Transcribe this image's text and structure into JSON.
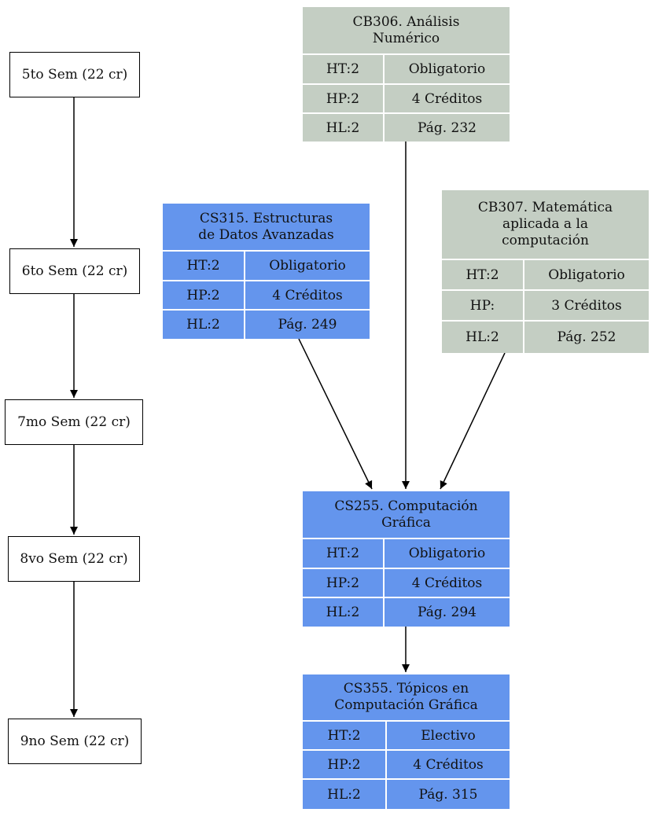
{
  "semesters": [
    {
      "label": "5to Sem (22 cr)"
    },
    {
      "label": "6to Sem (22 cr)"
    },
    {
      "label": "7mo Sem (22 cr)"
    },
    {
      "label": "8vo Sem (22 cr)"
    },
    {
      "label": "9no Sem (22 cr)"
    }
  ],
  "courses": {
    "cb306": {
      "title_line1": "CB306. Análisis",
      "title_line2": "Numérico",
      "ht": "HT:2",
      "type": "Obligatorio",
      "hp": "HP:2",
      "credits": "4 Créditos",
      "hl": "HL:2",
      "page": "Pág. 232",
      "color": "#c4cec3"
    },
    "cs315": {
      "title_line1": "CS315. Estructuras",
      "title_line2": "de Datos Avanzadas",
      "ht": "HT:2",
      "type": "Obligatorio",
      "hp": "HP:2",
      "credits": "4 Créditos",
      "hl": "HL:2",
      "page": "Pág. 249",
      "color": "#6495ed"
    },
    "cb307": {
      "title_line1": "CB307. Matemática",
      "title_line2": "aplicada a la",
      "title_line3": "computación",
      "ht": "HT:2",
      "type": "Obligatorio",
      "hp": "HP:",
      "credits": "3 Créditos",
      "hl": "HL:2",
      "page": "Pág. 252",
      "color": "#c4cec3"
    },
    "cs255": {
      "title_line1": "CS255. Computación",
      "title_line2": "Gráfica",
      "ht": "HT:2",
      "type": "Obligatorio",
      "hp": "HP:2",
      "credits": "4 Créditos",
      "hl": "HL:2",
      "page": "Pág. 294",
      "color": "#6495ed"
    },
    "cs355": {
      "title_line1": "CS355. Tópicos en",
      "title_line2": "Computación Gráfica",
      "ht": "HT:2",
      "type": "Electivo",
      "hp": "HP:2",
      "credits": "4 Créditos",
      "hl": "HL:2",
      "page": "Pág. 315",
      "color": "#6495ed"
    }
  },
  "edges": [
    {
      "from": "5to Sem (22 cr)",
      "to": "6to Sem (22 cr)"
    },
    {
      "from": "6to Sem (22 cr)",
      "to": "7mo Sem (22 cr)"
    },
    {
      "from": "7mo Sem (22 cr)",
      "to": "8vo Sem (22 cr)"
    },
    {
      "from": "8vo Sem (22 cr)",
      "to": "9no Sem (22 cr)"
    },
    {
      "from": "CS315",
      "to": "CS255"
    },
    {
      "from": "CB306",
      "to": "CS255"
    },
    {
      "from": "CB307",
      "to": "CS255"
    },
    {
      "from": "CS255",
      "to": "CS355"
    }
  ]
}
